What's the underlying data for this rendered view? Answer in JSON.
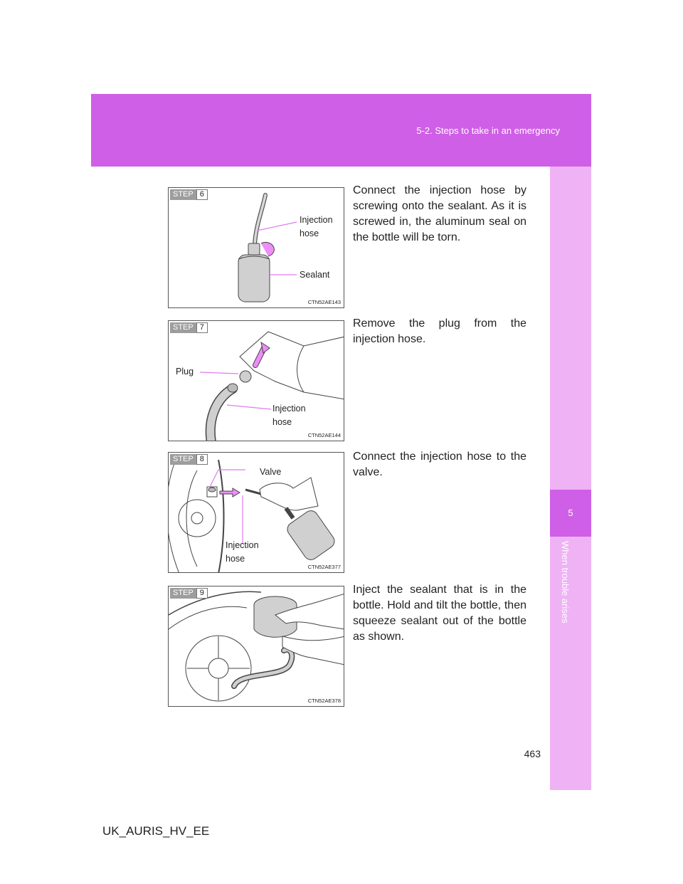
{
  "header": {
    "section": "5-2. Steps to take in an emergency"
  },
  "sidebar": {
    "chapter_number": "5",
    "chapter_title": "When trouble arises"
  },
  "steps": [
    {
      "tag": "STEP",
      "number": "6",
      "figure_code": "CTN52AE143",
      "callouts": [
        "Injection\nhose",
        "Sealant"
      ],
      "text": "Connect the injection hose by screwing onto the sealant. As it is screwed in, the aluminum seal on the bottle will be torn."
    },
    {
      "tag": "STEP",
      "number": "7",
      "figure_code": "CTN52AE144",
      "callouts": [
        "Plug",
        "Injection\nhose"
      ],
      "text": "Remove the plug from the injection hose."
    },
    {
      "tag": "STEP",
      "number": "8",
      "figure_code": "CTN52AE377",
      "callouts": [
        "Valve",
        "Injection\nhose"
      ],
      "text": "Connect the injection hose to the valve."
    },
    {
      "tag": "STEP",
      "number": "9",
      "figure_code": "CTN52AE378",
      "callouts": [],
      "text": "Inject the sealant that is in the bottle. Hold and tilt the bottle, then squeeze sealant out of the bottle as shown."
    }
  ],
  "colors": {
    "accent": "#cf5fe6",
    "accent_light": "#efb2f5",
    "callout_line": "#e07bf0",
    "step_tag": "#9d9d9d"
  },
  "page_number": "463",
  "footer": "UK_AURIS_HV_EE"
}
